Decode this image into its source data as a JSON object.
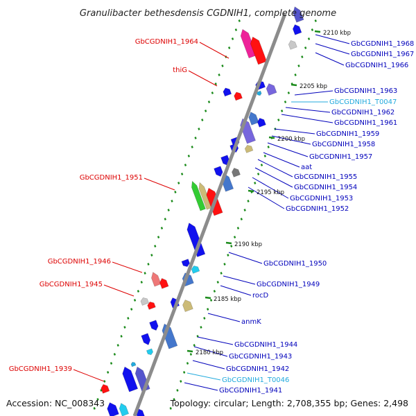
{
  "title": "Granulibacter bethesdensis CGDNIH1, complete genome",
  "footer": {
    "accession": "Accession: NC_008343",
    "summary": "Topology: circular; Length: 2,708,355 bp; Genes: 2,498"
  },
  "colors": {
    "backbone": "#8c8c8c",
    "tick": "#1a8a1a",
    "left_label": "#dd0000",
    "right_label": "#0000bb",
    "trna_label": "#22aadd"
  },
  "kbp_marks": [
    "2210 kbp",
    "2205 kbp",
    "2200 kbp",
    "2195 kbp",
    "2190 kbp",
    "2185 kbp",
    "2180 kbp"
  ],
  "left_labels": [
    "GbCGDNIH1_1964",
    "thiG",
    "GbCGDNIH1_1951",
    "GbCGDNIH1_1946",
    "GbCGDNIH1_1945",
    "GbCGDNIH1_1939"
  ],
  "right_labels": [
    "GbCGDNIH1_1968",
    "GbCGDNIH1_1967",
    "GbCGDNIH1_1966",
    "GbCGDNIH1_1963",
    "GbCGDNIH1_T0047",
    "GbCGDNIH1_1962",
    "GbCGDNIH1_1961",
    "GbCGDNIH1_1959",
    "GbCGDNIH1_1958",
    "GbCGDNIH1_1957",
    "aat",
    "GbCGDNIH1_1955",
    "GbCGDNIH1_1954",
    "GbCGDNIH1_1953",
    "GbCGDNIH1_1952",
    "GbCGDNIH1_1950",
    "GbCGDNIH1_1949",
    "rocD",
    "anmK",
    "GbCGDNIH1_1944",
    "GbCGDNIH1_1943",
    "GbCGDNIH1_1942",
    "GbCGDNIH1_T0046",
    "GbCGDNIH1_1941"
  ]
}
